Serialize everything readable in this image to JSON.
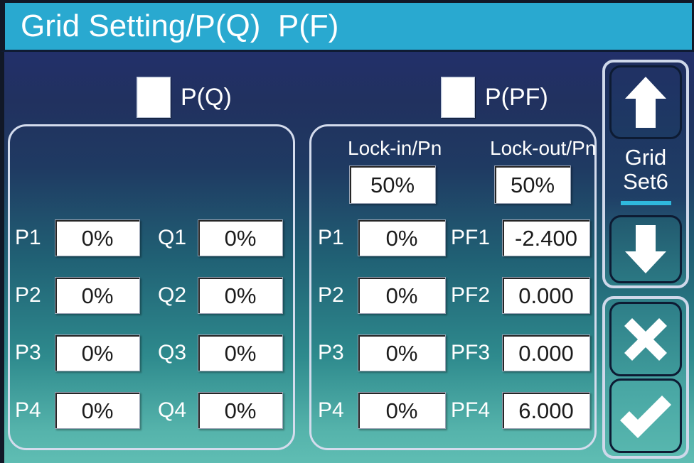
{
  "window": {
    "title": "Grid Setting/P(Q)  P(F)"
  },
  "colors": {
    "titlebar": "#29a9d0",
    "accent": "#2fb8dd",
    "panel_border": "#d4dced",
    "field_bg": "#ffffff",
    "text": "#ffffff"
  },
  "modes": [
    {
      "name": "pq",
      "label": "P(Q)",
      "checked": false
    },
    {
      "name": "ppf",
      "label": "P(PF)",
      "checked": false
    }
  ],
  "pq_panel": {
    "p_rows": [
      {
        "label": "P1",
        "value": "0%"
      },
      {
        "label": "P2",
        "value": "0%"
      },
      {
        "label": "P3",
        "value": "0%"
      },
      {
        "label": "P4",
        "value": "0%"
      }
    ],
    "q_rows": [
      {
        "label": "Q1",
        "value": "0%"
      },
      {
        "label": "Q2",
        "value": "0%"
      },
      {
        "label": "Q3",
        "value": "0%"
      },
      {
        "label": "Q4",
        "value": "0%"
      }
    ]
  },
  "ppf_panel": {
    "headers": {
      "lock_in": "Lock-in/Pn",
      "lock_out": "Lock-out/Pn"
    },
    "lock_in_value": "50%",
    "lock_out_value": "50%",
    "p_rows": [
      {
        "label": "P1",
        "value": "0%"
      },
      {
        "label": "P2",
        "value": "0%"
      },
      {
        "label": "P3",
        "value": "0%"
      },
      {
        "label": "P4",
        "value": "0%"
      }
    ],
    "pf_rows": [
      {
        "label": "PF1",
        "value": "-2.400"
      },
      {
        "label": "PF2",
        "value": "0.000"
      },
      {
        "label": "PF3",
        "value": "0.000"
      },
      {
        "label": "PF4",
        "value": "6.000"
      }
    ]
  },
  "sidebar": {
    "up_icon": "arrow-up-icon",
    "down_icon": "arrow-down-icon",
    "cancel_icon": "cross-icon",
    "confirm_icon": "check-icon",
    "set_line1": "Grid",
    "set_line2": "Set6"
  }
}
